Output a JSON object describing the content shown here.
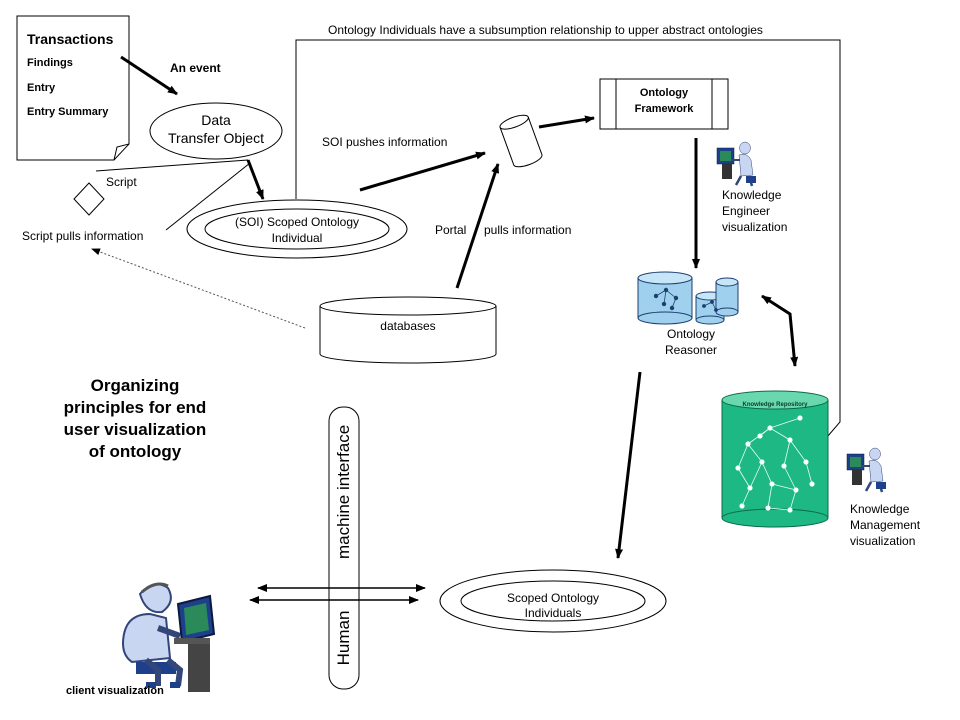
{
  "top_caption": "Ontology Individuals have a subsumption relationship to upper abstract ontologies",
  "document": {
    "title": "Transactions",
    "items": [
      "Findings",
      "Entry",
      "Entry  Summary"
    ]
  },
  "event_label": "An event",
  "dto": {
    "line1": "Data",
    "line2": "Transfer Object"
  },
  "script_label": "Script",
  "script_pulls": "Script  pulls information",
  "soi": {
    "line1": "(SOI)  Scoped Ontology",
    "line2": "Individual"
  },
  "soi_pushes": "SOI pushes information",
  "portal_label": "Portal",
  "portal_pulls": "pulls information",
  "databases_label": "databases",
  "ontology_framework": {
    "line1": "Ontology",
    "line2": "Framework"
  },
  "knowledge_engineer": [
    "Knowledge",
    "Engineer",
    "visualization"
  ],
  "ontology_reasoner": [
    "Ontology",
    "Reasoner"
  ],
  "knowledge_repository_label": "Knowledge Repository",
  "knowledge_management": [
    "Knowledge",
    "Management",
    "visualization"
  ],
  "organizing_principles": [
    "Organizing",
    "principles for end",
    "user visualization",
    "of ontology"
  ],
  "hmi": {
    "human": "Human",
    "machine": "machine interface"
  },
  "scoped_individuals": {
    "line1": "Scoped Ontology",
    "line2": "Individuals"
  },
  "client_visualization": "client visualization",
  "colors": {
    "repository": "#1db884",
    "reasoner_cylinder": "#9fd0ee",
    "stroke": "#000000"
  }
}
